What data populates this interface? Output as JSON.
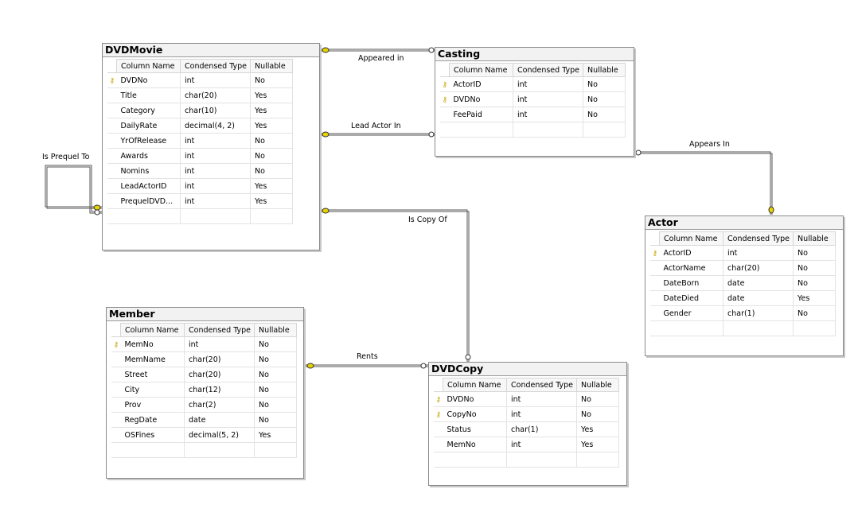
{
  "header_labels": {
    "column_name": "Column Name",
    "condensed_type": "Condensed Type",
    "nullable": "Nullable"
  },
  "entities": {
    "dvdmovie": {
      "title": "DVDMovie",
      "columns": [
        {
          "name": "DVDNo",
          "type": "int",
          "nullable": "No",
          "key": true
        },
        {
          "name": "Title",
          "type": "char(20)",
          "nullable": "Yes",
          "key": false
        },
        {
          "name": "Category",
          "type": "char(10)",
          "nullable": "Yes",
          "key": false
        },
        {
          "name": "DailyRate",
          "type": "decimal(4, 2)",
          "nullable": "Yes",
          "key": false
        },
        {
          "name": "YrOfRelease",
          "type": "int",
          "nullable": "No",
          "key": false
        },
        {
          "name": "Awards",
          "type": "int",
          "nullable": "No",
          "key": false
        },
        {
          "name": "Nomins",
          "type": "int",
          "nullable": "No",
          "key": false
        },
        {
          "name": "LeadActorID",
          "type": "int",
          "nullable": "Yes",
          "key": false
        },
        {
          "name": "PrequelDVD...",
          "type": "int",
          "nullable": "Yes",
          "key": false
        }
      ]
    },
    "casting": {
      "title": "Casting",
      "columns": [
        {
          "name": "ActorID",
          "type": "int",
          "nullable": "No",
          "key": true
        },
        {
          "name": "DVDNo",
          "type": "int",
          "nullable": "No",
          "key": true
        },
        {
          "name": "FeePaid",
          "type": "int",
          "nullable": "No",
          "key": false
        }
      ]
    },
    "actor": {
      "title": "Actor",
      "columns": [
        {
          "name": "ActorID",
          "type": "int",
          "nullable": "No",
          "key": true
        },
        {
          "name": "ActorName",
          "type": "char(20)",
          "nullable": "No",
          "key": false
        },
        {
          "name": "DateBorn",
          "type": "date",
          "nullable": "No",
          "key": false
        },
        {
          "name": "DateDied",
          "type": "date",
          "nullable": "Yes",
          "key": false
        },
        {
          "name": "Gender",
          "type": "char(1)",
          "nullable": "No",
          "key": false
        }
      ]
    },
    "member": {
      "title": "Member",
      "columns": [
        {
          "name": "MemNo",
          "type": "int",
          "nullable": "No",
          "key": true
        },
        {
          "name": "MemName",
          "type": "char(20)",
          "nullable": "No",
          "key": false
        },
        {
          "name": "Street",
          "type": "char(20)",
          "nullable": "No",
          "key": false
        },
        {
          "name": "City",
          "type": "char(12)",
          "nullable": "No",
          "key": false
        },
        {
          "name": "Prov",
          "type": "char(2)",
          "nullable": "No",
          "key": false
        },
        {
          "name": "RegDate",
          "type": "date",
          "nullable": "No",
          "key": false
        },
        {
          "name": "OSFines",
          "type": "decimal(5, 2)",
          "nullable": "Yes",
          "key": false
        }
      ]
    },
    "dvdcopy": {
      "title": "DVDCopy",
      "columns": [
        {
          "name": "DVDNo",
          "type": "int",
          "nullable": "No",
          "key": true
        },
        {
          "name": "CopyNo",
          "type": "int",
          "nullable": "No",
          "key": true
        },
        {
          "name": "Status",
          "type": "char(1)",
          "nullable": "Yes",
          "key": false
        },
        {
          "name": "MemNo",
          "type": "int",
          "nullable": "Yes",
          "key": false
        }
      ]
    }
  },
  "relationships": {
    "appeared_in": "Appeared in",
    "lead_actor_in": "Lead Actor In",
    "appears_in": "Appears In",
    "is_prequel_to": "Is Prequel To",
    "is_copy_of": "Is Copy Of",
    "rents": "Rents"
  },
  "colors": {
    "key_icon": "#c9a400",
    "connector_end": "#e6d200",
    "line": "#555555"
  }
}
